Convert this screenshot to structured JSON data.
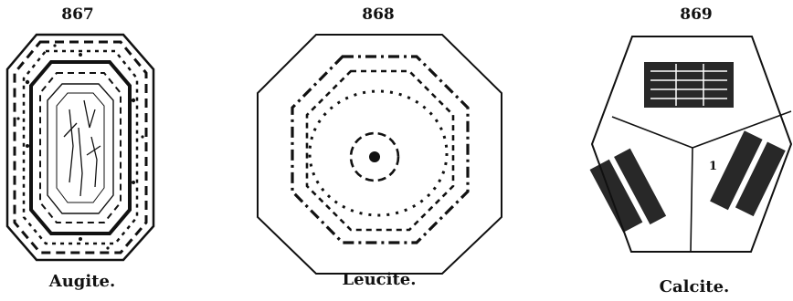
{
  "figures": [
    {
      "number": "867",
      "caption": "Augite."
    },
    {
      "number": "868",
      "caption": "Leucite."
    },
    {
      "number": "869",
      "caption": "Calcite."
    }
  ],
  "inner_marks": {
    "calcite_center": "1"
  },
  "colors": {
    "ink": "#111111",
    "paper": "#ffffff"
  }
}
